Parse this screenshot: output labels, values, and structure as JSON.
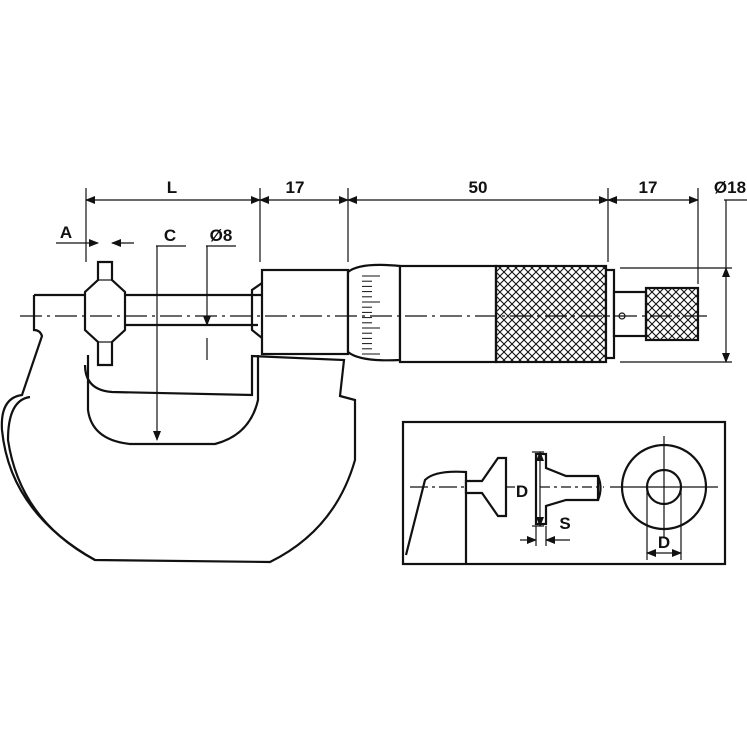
{
  "dimensions": {
    "length": "L",
    "span_1": "17",
    "span_2": "50",
    "span_3": "17",
    "diameter_outer": "Ø18",
    "anvil_thickness": "A",
    "center_depth": "C",
    "spindle_diameter": "Ø8"
  },
  "detail": {
    "anvil_diameter": "D",
    "anvil_step": "S",
    "bore_diameter": "D"
  }
}
